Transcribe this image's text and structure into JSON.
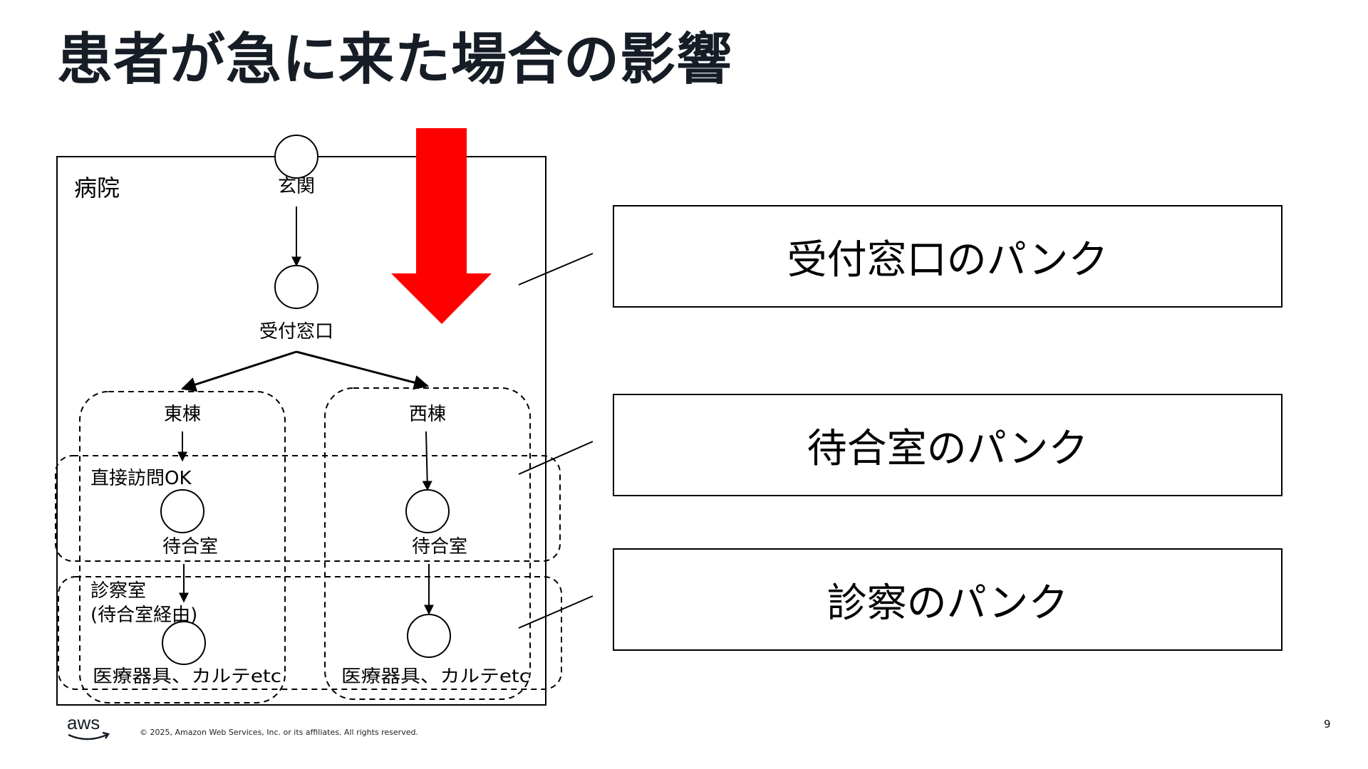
{
  "title": "患者が急に来た場合の影響",
  "diagram": {
    "hospital_label": "病院",
    "entrance_label": "玄関",
    "reception_label": "受付窓口",
    "east_wing_label": "東棟",
    "west_wing_label": "西棟",
    "direct_visit_label": "直接訪問OK",
    "waiting_room_east": "待合室",
    "waiting_room_west": "待合室",
    "exam_room_label_line1": "診察室",
    "exam_room_label_line2": "(待合室経由)",
    "equipment_east": "医療器具、カルテetc",
    "equipment_west": "医療器具、カルテetc",
    "arrow_color": "#ff0000"
  },
  "callouts": [
    {
      "text": "受付窓口のパンク"
    },
    {
      "text": "待合室のパンク"
    },
    {
      "text": "診察のパンク"
    }
  ],
  "footer": {
    "logo_text": "aws",
    "copyright": "© 2025, Amazon Web Services, Inc. or its affiliates. All rights reserved.",
    "page_number": "9"
  }
}
